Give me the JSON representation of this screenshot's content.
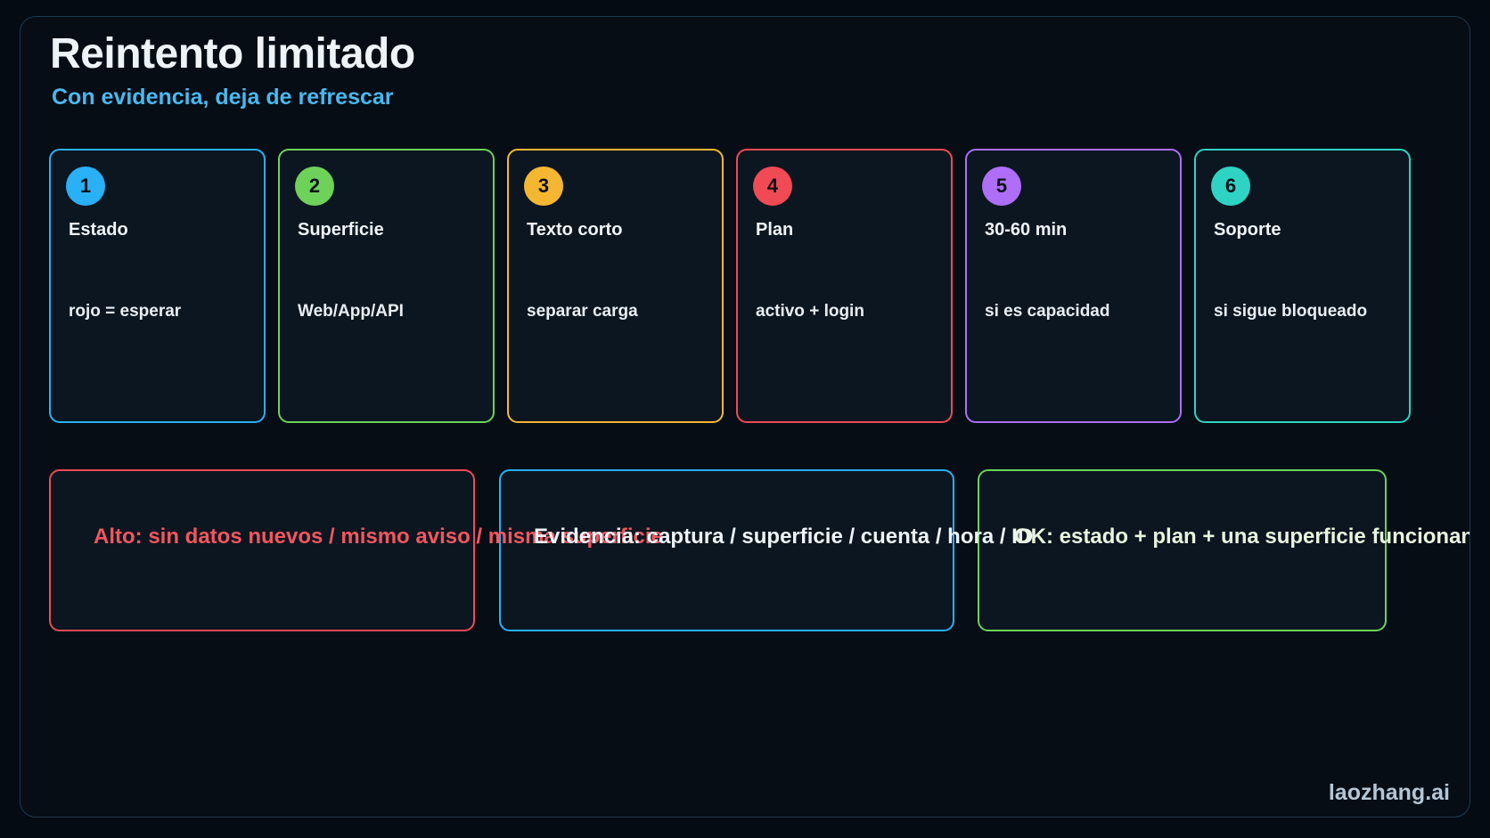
{
  "header": {
    "title": "Reintento limitado",
    "subtitle": "Con evidencia, deja de refrescar",
    "title_color": "#eef3f8",
    "subtitle_color": "#4ab8ef"
  },
  "cards": [
    {
      "number": "1",
      "title": "Estado",
      "body": "rojo = esperar",
      "color": "#29b0f5"
    },
    {
      "number": "2",
      "title": "Superficie",
      "body": "Web/App/API",
      "color": "#6ed15a"
    },
    {
      "number": "3",
      "title": "Texto corto",
      "body": "separar carga",
      "color": "#f5b731"
    },
    {
      "number": "4",
      "title": "Plan",
      "body": "activo + login",
      "color": "#f04a55"
    },
    {
      "number": "5",
      "title": "30-60 min",
      "body": "si es capacidad",
      "color": "#ae6ef7"
    },
    {
      "number": "6",
      "title": "Soporte",
      "body": "si sigue bloqueado",
      "color": "#2ed3c4"
    }
  ],
  "boxes": [
    {
      "text": "Alto: sin datos nuevos / mismo aviso / misma superficie",
      "color": "#f4565f",
      "border": "#f04a55"
    },
    {
      "text": "Evidencia: captura / superficie / cuenta / hora / ID",
      "color": "#eef4fa",
      "border": "#29b0f5"
    },
    {
      "text": "OK: estado + plan + una superficie funcionando",
      "color": "#e8f5de",
      "border": "#6ed15a"
    }
  ],
  "watermark": "laozhang.ai"
}
